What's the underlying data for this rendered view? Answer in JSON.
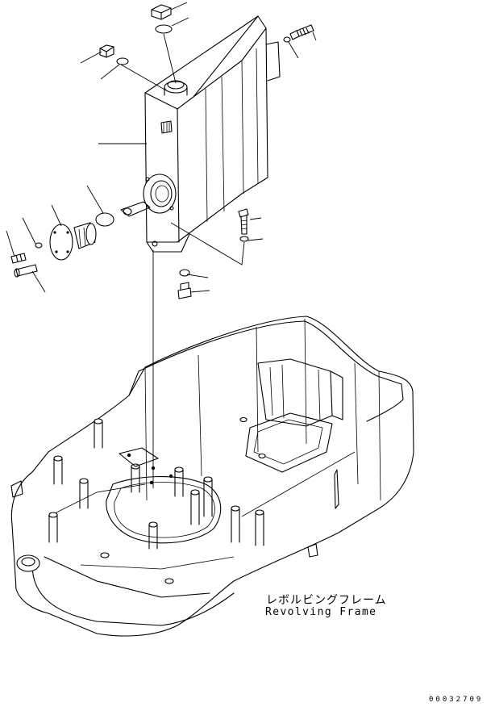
{
  "diagram": {
    "part_label_jp": "レボルビングフレーム",
    "part_label_en": "Revolving Frame",
    "drawing_number": "00032709"
  }
}
